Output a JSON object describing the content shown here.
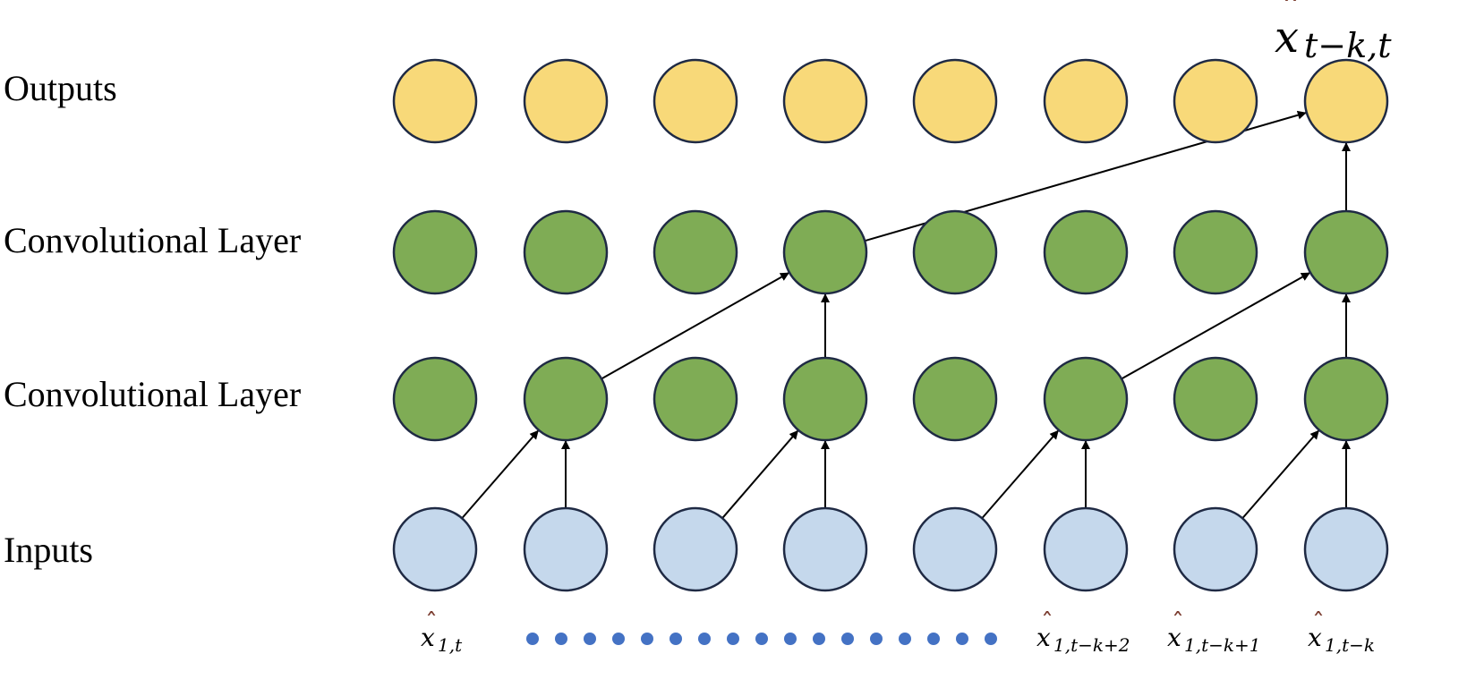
{
  "row_labels": {
    "outputs": "Outputs",
    "conv2": "Convolutional Layer",
    "conv1": "Convolutional Layer",
    "inputs": "Inputs"
  },
  "output_label": {
    "base": "x",
    "sub": "t−k,t"
  },
  "input_labels": [
    {
      "base": "x",
      "sub": "1,t"
    },
    {
      "base": "x",
      "sub": "1,t−k+2"
    },
    {
      "base": "x",
      "sub": "1,t−k+1"
    },
    {
      "base": "x",
      "sub": "1,t−k"
    }
  ],
  "colors": {
    "outputs": "#f8d979",
    "conv": "#7fac55",
    "inputs": "#c5d8ec",
    "node_stroke": "#1f2a44",
    "ellipsis_dots": "#4472c4"
  },
  "nodes_per_layer": 8,
  "ellipsis_dot_count": 17
}
